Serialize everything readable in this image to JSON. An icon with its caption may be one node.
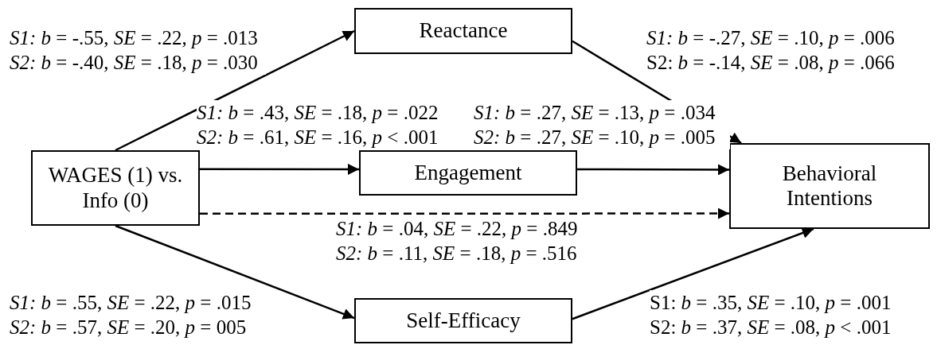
{
  "diagram": {
    "nodes": [
      {
        "text": [
          "Reactance"
        ]
      },
      {
        "text": [
          "WAGES (1) vs. Info (0)"
        ]
      },
      {
        "text": [
          "Engagement"
        ]
      },
      {
        "text": [
          "Behavioral Intentions"
        ]
      },
      {
        "text": [
          "Self-Efficacy"
        ]
      }
    ],
    "edges": [
      {
        "from": 1,
        "to": 0,
        "arrow": "to",
        "label": "*S1:* *b* = -.55, *SE* = .22, *p* = .013 *S2:* *b* = -.40, *SE* = .18, *p* = .030"
      },
      {
        "from": 1,
        "to": 2,
        "arrow": "to",
        "label": "*S1:* *b* = .43, *SE* = .18, *p* = .022 *S2:* *b* = .61, *SE* = .16, *p* < .001"
      },
      {
        "from": 2,
        "to": 3,
        "arrow": "to",
        "label": "*S1:* *b* = .27, *SE* = .13, *p* = .034 *S2:* *b* = .27, *SE* = .10, *p* = .005"
      },
      {
        "from": 1,
        "to": 3,
        "arrow": "to",
        "style": "dashed",
        "label": "*S1:* *b* = .04, *SE* = .22, *p* = .849 *S2:* *b* = .11, *SE* = .18, *p* = .516"
      },
      {
        "from": 1,
        "to": 4,
        "arrow": "to",
        "label": "*S1:* *b* = .55, *SE* = .22, *p* = .015 *S2:* *b* = .57, *SE* = .20, *p* = 005"
      },
      {
        "from": 0,
        "to": 3,
        "arrow": "to",
        "label": "*S1:* *b* = -.27, *SE* = .10, *p* = .006 S2: *b* = -.14, *SE* = .08, *p* = .066"
      },
      {
        "from": 4,
        "to": 3,
        "arrow": "to",
        "label": "S1: *b* = .35, *SE* = .10, *p* = .001 S2: *b* = .37, *SE* = .08, *p* < .001"
      }
    ]
  }
}
